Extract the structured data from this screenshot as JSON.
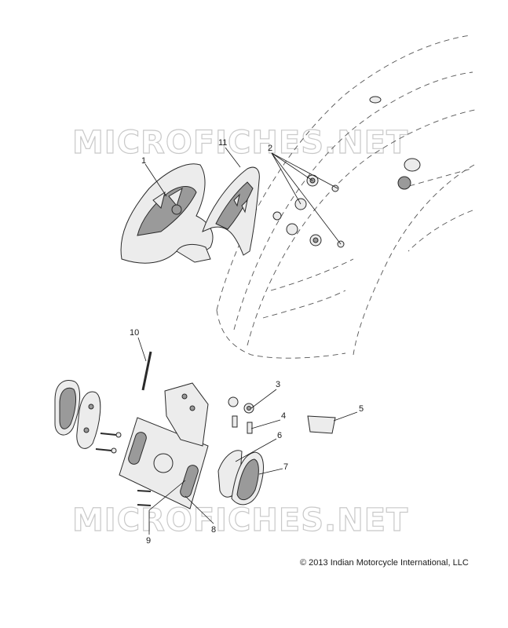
{
  "watermarks": [
    "MICROFICHES.NET",
    "MICROFICHES.NET"
  ],
  "callouts": {
    "c1": "1",
    "c2": "2",
    "c3": "3",
    "c4": "4",
    "c5": "5",
    "c6": "6",
    "c7": "7",
    "c8": "8",
    "c9": "9",
    "c10": "10",
    "c11": "11"
  },
  "copyright": "© 2013 Indian Motorcycle International, LLC",
  "colors": {
    "line": "#1a1a1a",
    "watermark_outline": "#c9c9c9",
    "background": "#ffffff"
  }
}
